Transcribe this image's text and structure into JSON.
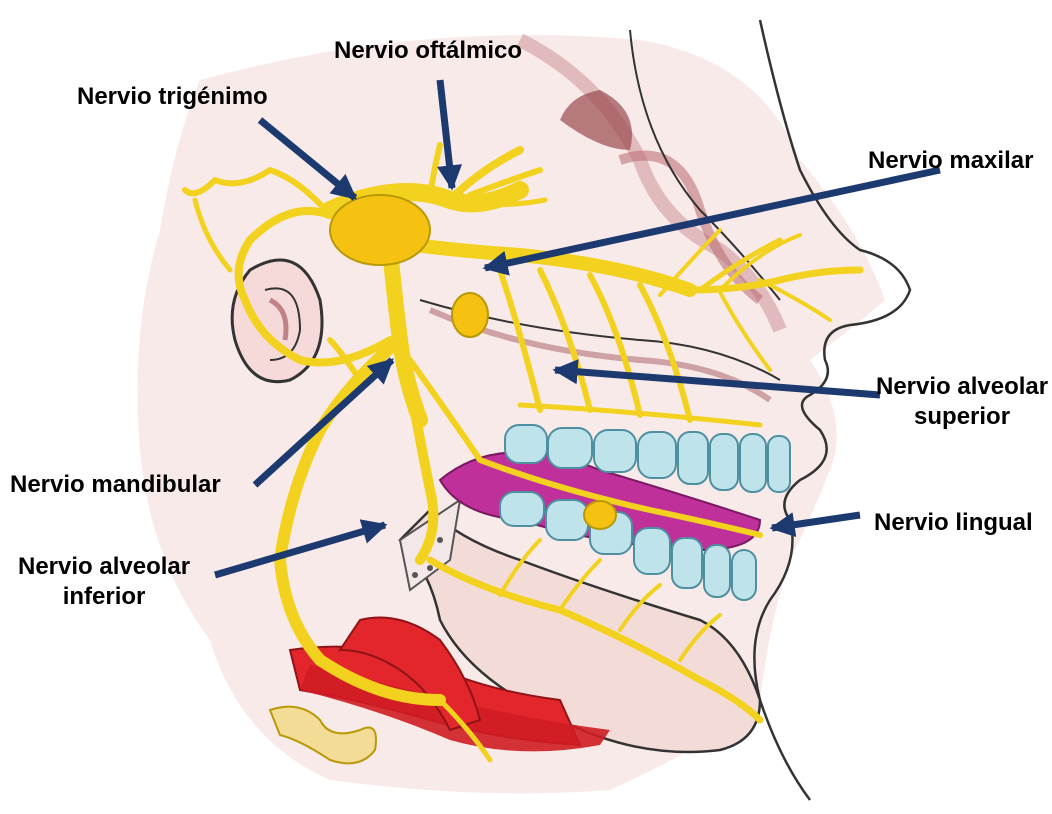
{
  "labels": {
    "oftalmico": "Nervio oftálmico",
    "trigemino": "Nervio trigénimo",
    "maxilar": "Nervio maxilar",
    "alveolar_superior": [
      "Nervio alveolar",
      "superior"
    ],
    "mandibular": "Nervio mandibular",
    "lingual": "Nervio lingual",
    "alveolar_inferior": [
      "Nervio alveolar",
      "inferior"
    ]
  },
  "colors": {
    "arrow": "#1c3a70",
    "nerve": "#f2d21e",
    "nerve_outline": "#b89a08",
    "ganglion": "#f5c211",
    "muscle": "#e2262b",
    "tooth": "#bfe3ea",
    "tooth_outline": "#4e8fa0",
    "tongue": "#c0309a",
    "skin_pink": "#f4cfd3",
    "shadow": "#9a4a4f",
    "bone": "#f3dcd8",
    "cartilage": "#f2dc96",
    "line": "#333333"
  }
}
